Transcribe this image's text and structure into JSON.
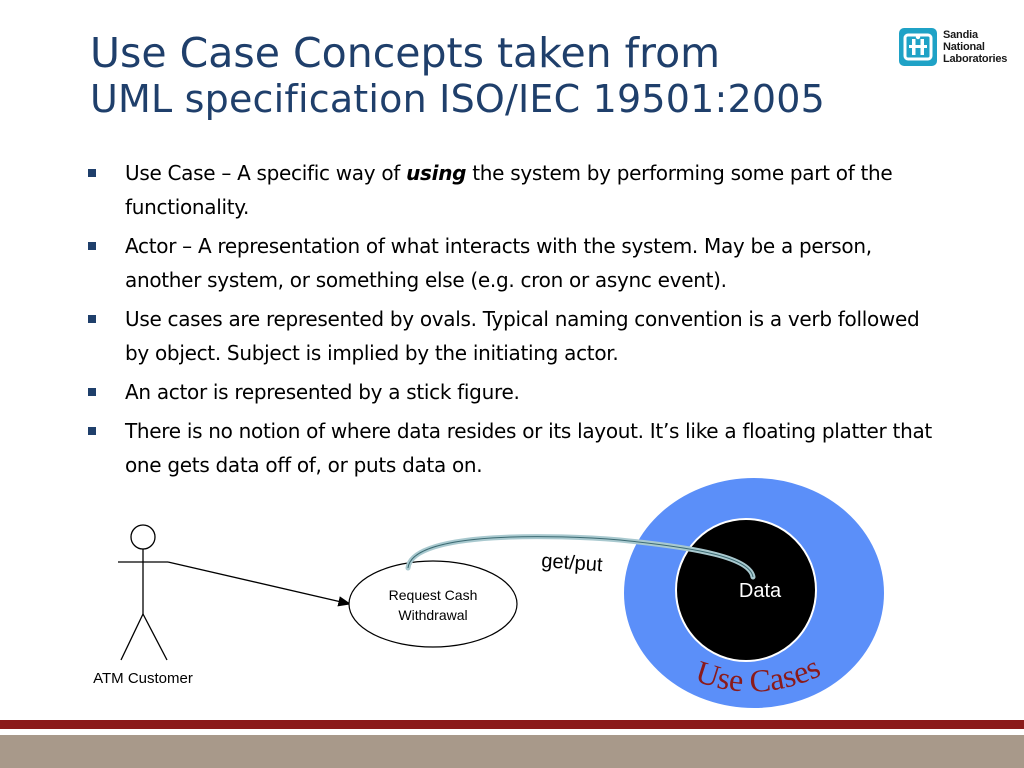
{
  "slide": {
    "title_line1": "Use Case Concepts taken from",
    "title_line2": "UML specification ISO/IEC 19501:2005",
    "logo_lines": [
      "Sandia",
      "National",
      "Laboratories"
    ],
    "bullets": [
      {
        "pre": "Use Case – A specific way of ",
        "emph": "using",
        "post": " the system by performing some part of the functionality."
      },
      {
        "pre": "Actor – A representation of what interacts with the system.  May be a person, another system, or something else (e.g. cron or async event).",
        "emph": "",
        "post": ""
      },
      {
        "pre": "Use cases are represented by ovals.  Typical naming convention is a verb followed by object.  Subject is implied by the initiating actor.",
        "emph": "",
        "post": ""
      },
      {
        "pre": "An actor is represented by a stick figure.",
        "emph": "",
        "post": ""
      },
      {
        "pre": "There is no notion of where data resides or its layout. It’s like a floating platter that one gets data off of, or puts data on.",
        "emph": "",
        "post": ""
      }
    ]
  },
  "diagram": {
    "actor_label": "ATM Customer",
    "usecase_line1": "Request Cash",
    "usecase_line2": "Withdrawal",
    "arrow_label": "get/put",
    "data_label": "Data",
    "ring_label": "Use Cases"
  },
  "colors": {
    "title": "#1f3f6b",
    "outer_circle": "#5b8ff9",
    "inner_circle": "#000000",
    "ring_text": "#8b1a1a",
    "footer_red": "#8b1a1a",
    "footer_tan": "#a8998a",
    "logo": "#1fa2c6"
  }
}
